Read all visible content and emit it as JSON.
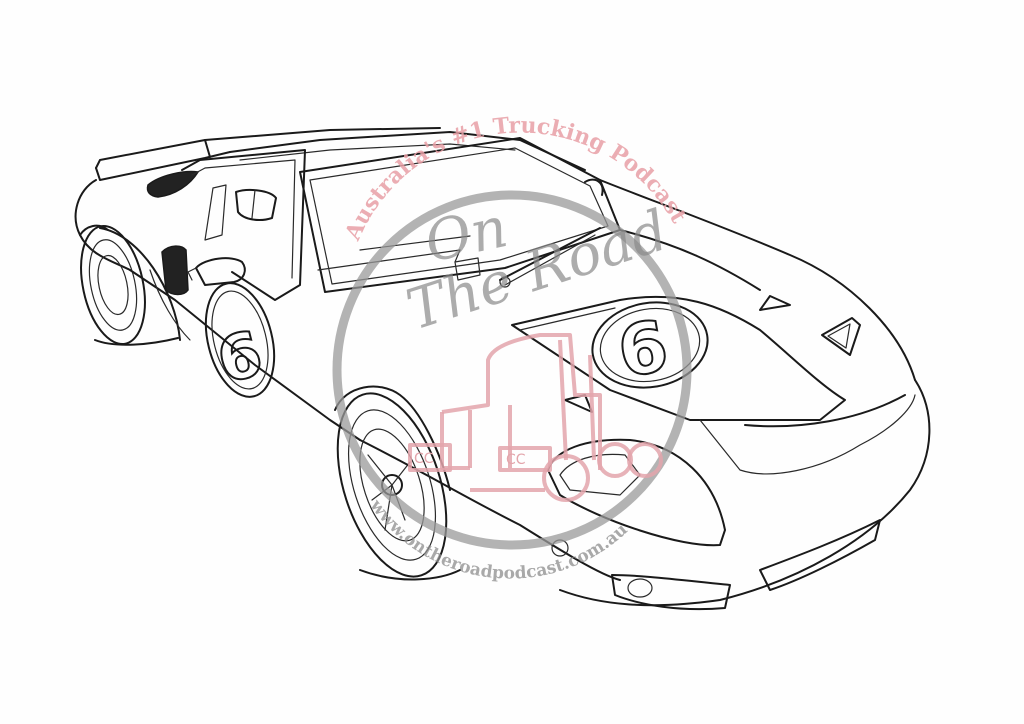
{
  "image": {
    "subject": "Ford GT40 race car line-art coloring page",
    "race_number": "6",
    "background_color": "#fefefe",
    "line_color": "#1a1a1a"
  },
  "watermark": {
    "top_arc_text": "Australia's #1 Trucking Podcast",
    "script_line1": "On",
    "script_line2": "The Road",
    "bottom_arc_text": "www.ontheroadpodcast.com.au",
    "truck_side_text_left": "CC",
    "truck_side_text_right": "CC",
    "ring_color": "#9a9a9a",
    "accent_color": "#e3a5ab"
  }
}
